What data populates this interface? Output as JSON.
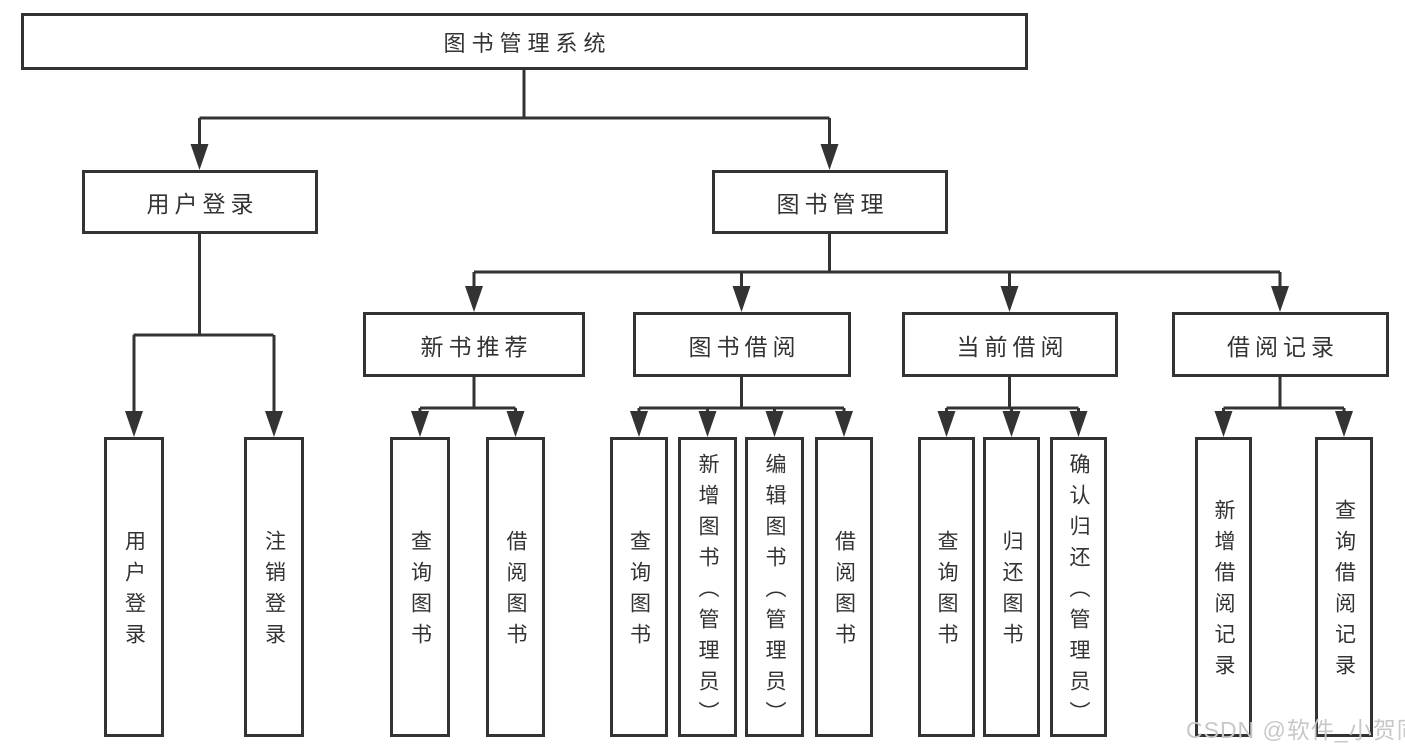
{
  "diagram": {
    "root": {
      "label": "图书管理系统"
    },
    "level2": [
      {
        "id": "user-login",
        "label": "用户登录"
      },
      {
        "id": "book-management",
        "label": "图书管理"
      }
    ],
    "level3": [
      {
        "id": "new-book-recommend",
        "parent": "图书管理",
        "label": "新书推荐"
      },
      {
        "id": "book-borrow",
        "parent": "图书管理",
        "label": "图书借阅"
      },
      {
        "id": "current-borrow",
        "parent": "图书管理",
        "label": "当前借阅"
      },
      {
        "id": "borrow-records",
        "parent": "图书管理",
        "label": "借阅记录"
      }
    ],
    "leaves": [
      {
        "parent": "用户登录",
        "label": "用户登录"
      },
      {
        "parent": "用户登录",
        "label": "注销登录"
      },
      {
        "parent": "新书推荐",
        "label": "查询图书"
      },
      {
        "parent": "新书推荐",
        "label": "借阅图书"
      },
      {
        "parent": "图书借阅",
        "label": "查询图书"
      },
      {
        "parent": "图书借阅",
        "label": "新增图书（管理员）"
      },
      {
        "parent": "图书借阅",
        "label": "编辑图书（管理员）"
      },
      {
        "parent": "图书借阅",
        "label": "借阅图书"
      },
      {
        "parent": "当前借阅",
        "label": "查询图书"
      },
      {
        "parent": "当前借阅",
        "label": "归还图书"
      },
      {
        "parent": "当前借阅",
        "label": "确认归还（管理员）"
      },
      {
        "parent": "借阅记录",
        "label": "新增借阅记录"
      },
      {
        "parent": "借阅记录",
        "label": "查询借阅记录"
      }
    ]
  },
  "watermark": {
    "text": "CSDN @软件_小贺同学",
    "color": "#c8c8c8"
  },
  "colors": {
    "line": "#333333",
    "text": "#333333",
    "box_background": "#ffffff"
  }
}
